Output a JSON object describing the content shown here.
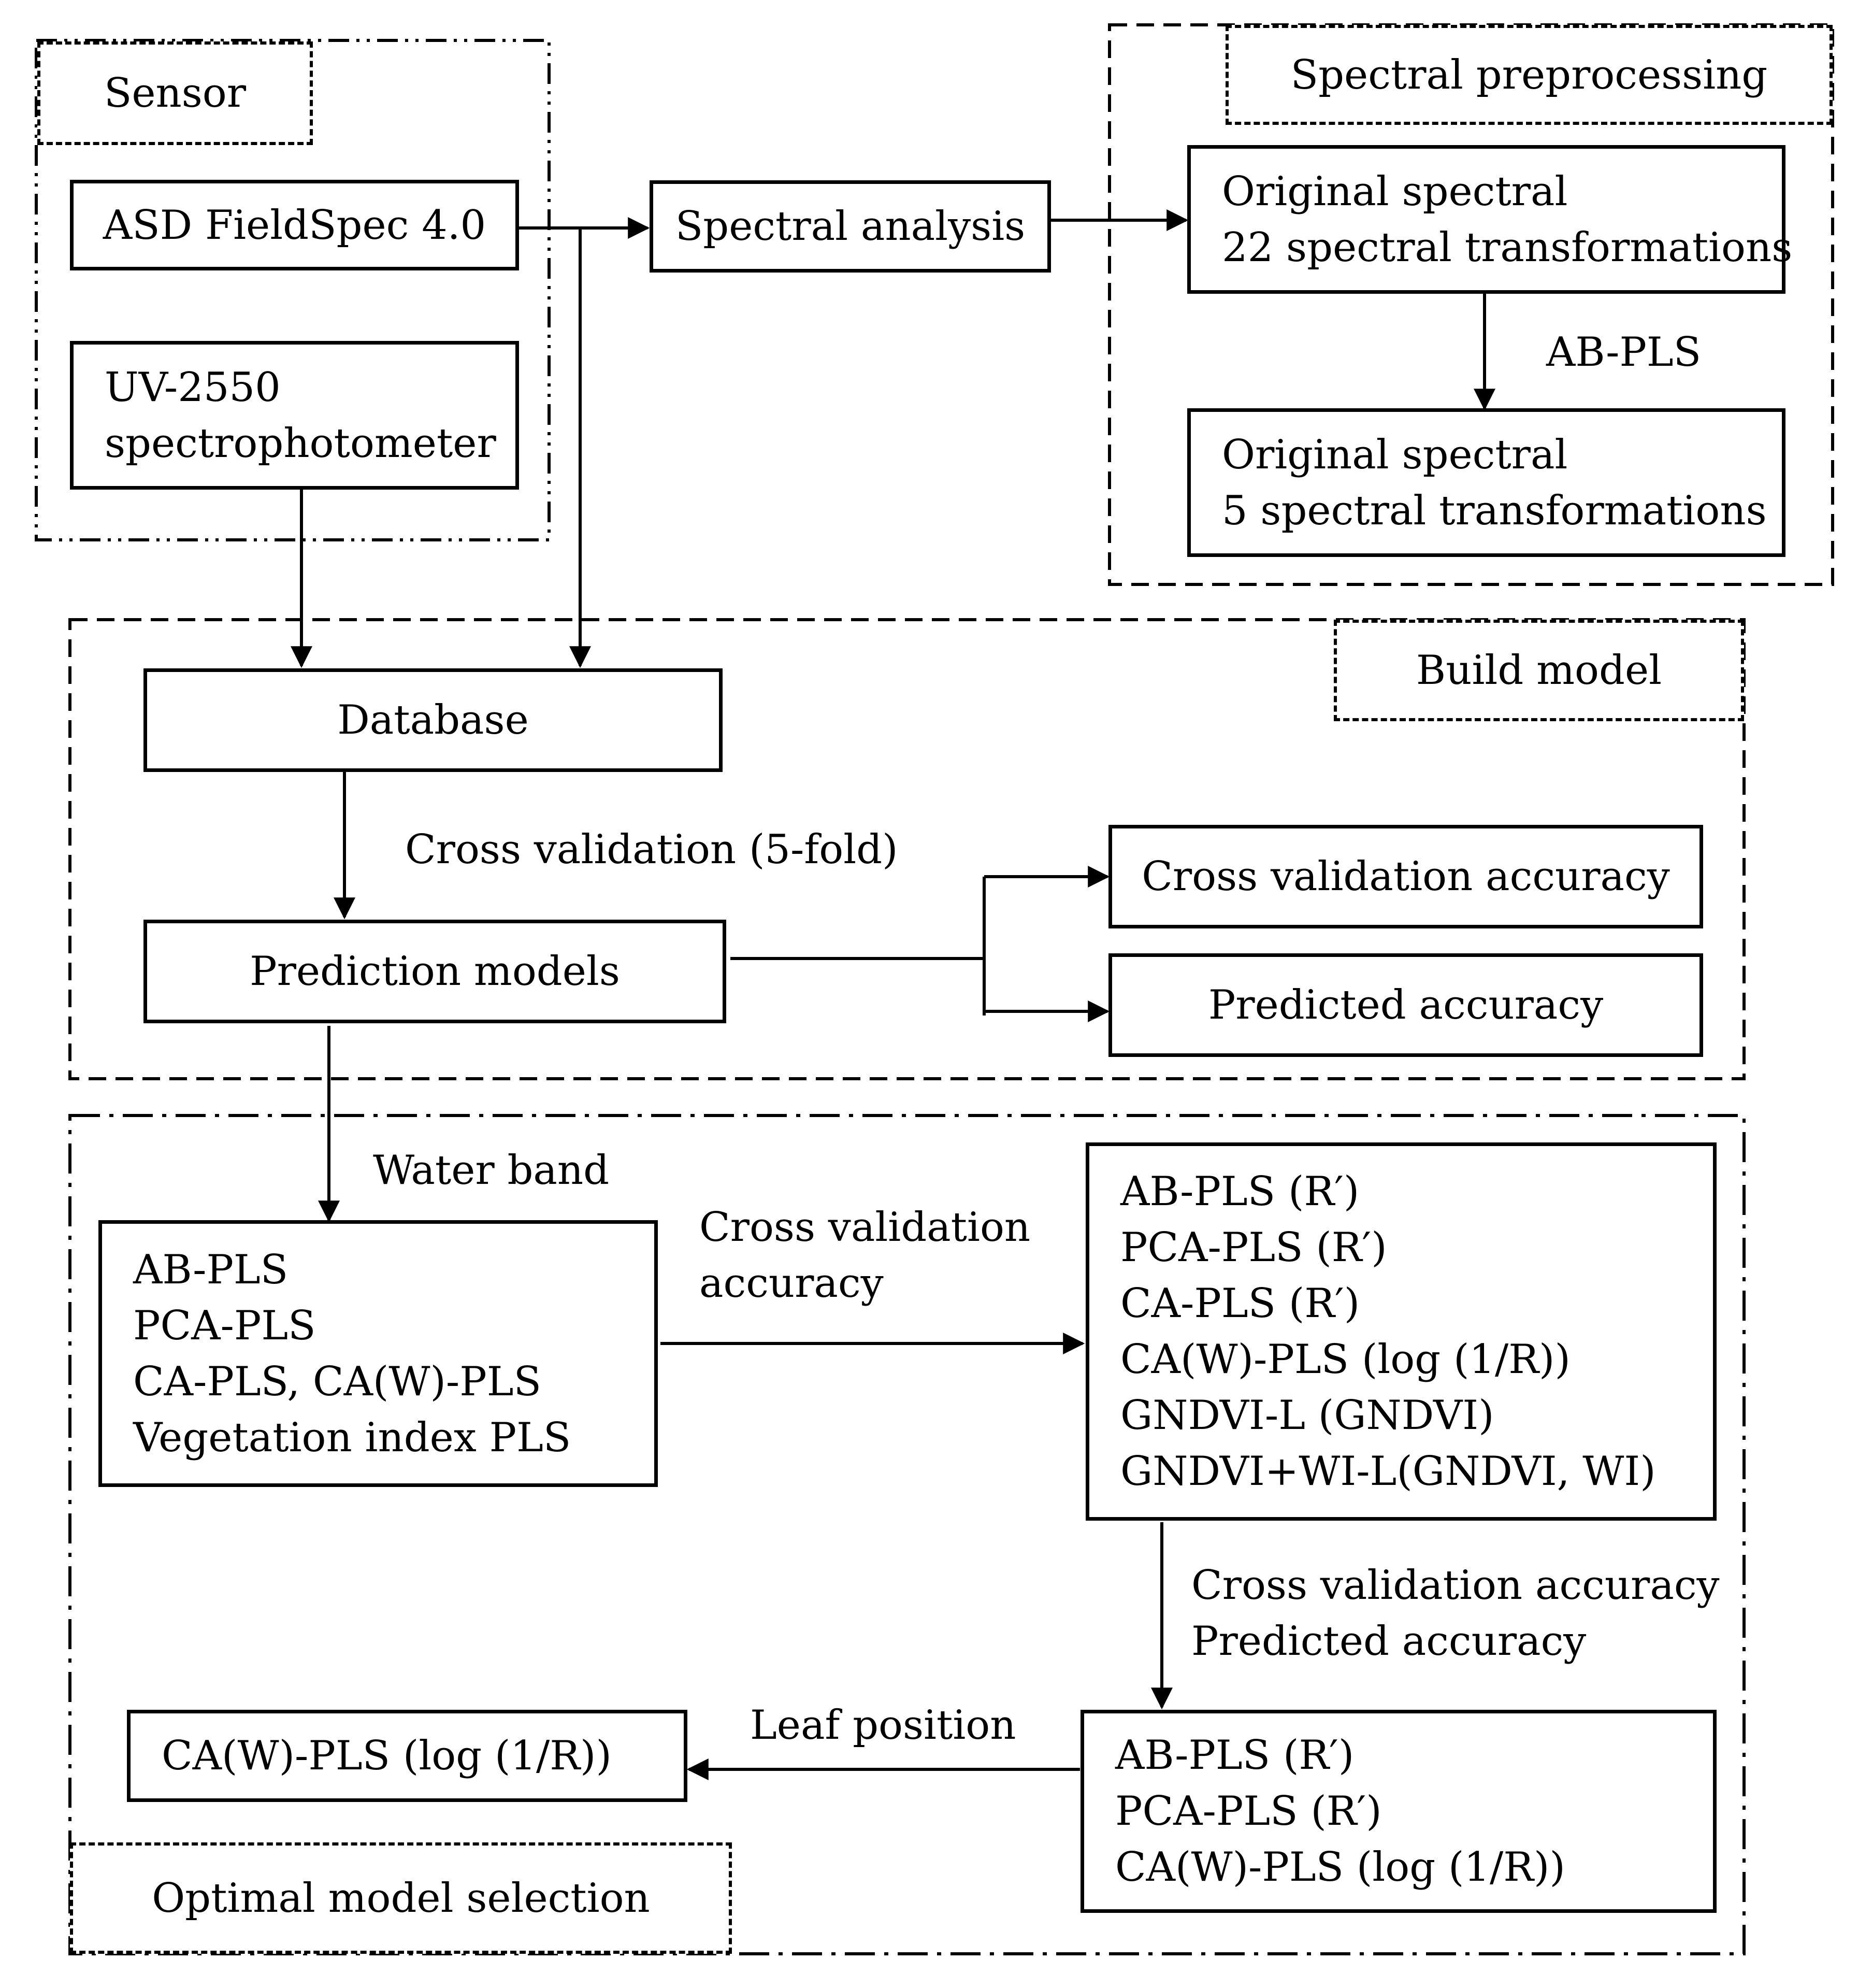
{
  "regions": {
    "sensor": "Sensor",
    "preprocessing": "Spectral preprocessing",
    "build_model": "Build model",
    "optimal_selection": "Optimal model selection"
  },
  "nodes": {
    "asd": "ASD FieldSpec 4.0",
    "uv": [
      "UV-2550",
      "spectrophotometer"
    ],
    "spectral_analysis": "Spectral analysis",
    "original_22": [
      "Original spectral",
      "22 spectral transformations"
    ],
    "original_5": [
      "Original spectral",
      "5 spectral transformations"
    ],
    "database": "Database",
    "prediction_models": "Prediction models",
    "cv_accuracy": "Cross validation accuracy",
    "predicted_accuracy": "Predicted accuracy",
    "model_list": [
      "AB-PLS",
      "PCA-PLS",
      "CA-PLS, CA(W)-PLS",
      "Vegetation index PLS"
    ],
    "selected_models": [
      "AB-PLS (R′)",
      "PCA-PLS (R′)",
      "CA-PLS (R′)",
      "CA(W)-PLS (log (1/R))",
      "GNDVI-L (GNDVI)",
      "GNDVI+WI-L(GNDVI, WI)"
    ],
    "final_candidates": [
      "AB-PLS (R′)",
      "PCA-PLS (R′)",
      "CA(W)-PLS (log (1/R))"
    ],
    "optimal": "CA(W)-PLS (log (1/R))"
  },
  "edge_labels": {
    "ab_pls": "AB-PLS",
    "cv5": "Cross validation (5-fold)",
    "water_band": "Water band",
    "cv_acc": [
      "Cross validation",
      "accuracy"
    ],
    "cv_pred": [
      "Cross validation accuracy",
      "Predicted accuracy"
    ],
    "leaf_position": "Leaf position"
  }
}
